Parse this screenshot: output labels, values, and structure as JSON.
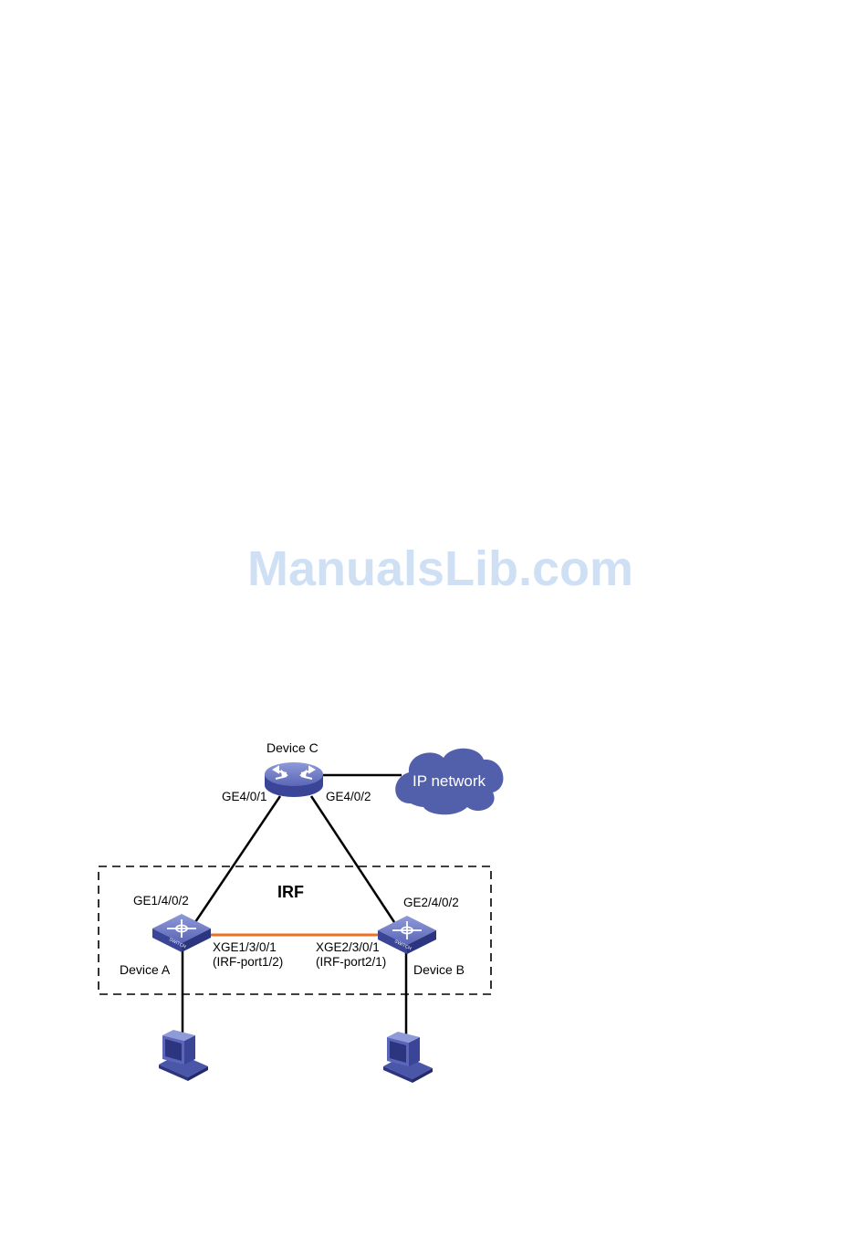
{
  "watermark": "ManualsLib.com",
  "diagram": {
    "irf_label": "IRF",
    "cloud_label": "IP network",
    "device_c": {
      "name": "Device C",
      "port_left": "GE4/0/1",
      "port_right": "GE4/0/2"
    },
    "device_a": {
      "name": "Device A",
      "uplink_port": "GE1/4/0/2",
      "irf_port": "XGE1/3/0/1",
      "irf_port_alias": "(IRF-port1/2)"
    },
    "device_b": {
      "name": "Device B",
      "uplink_port": "GE2/4/0/2",
      "irf_port": "XGE2/3/0/1",
      "irf_port_alias": "(IRF-port2/1)"
    },
    "colors": {
      "device_blue": "#4a56a8",
      "device_dark": "#2c3580",
      "irf_link": "#f07020",
      "cloud": "#5260ab"
    },
    "icons": [
      "router-icon",
      "switch-icon",
      "cloud-icon",
      "pc-icon"
    ]
  }
}
